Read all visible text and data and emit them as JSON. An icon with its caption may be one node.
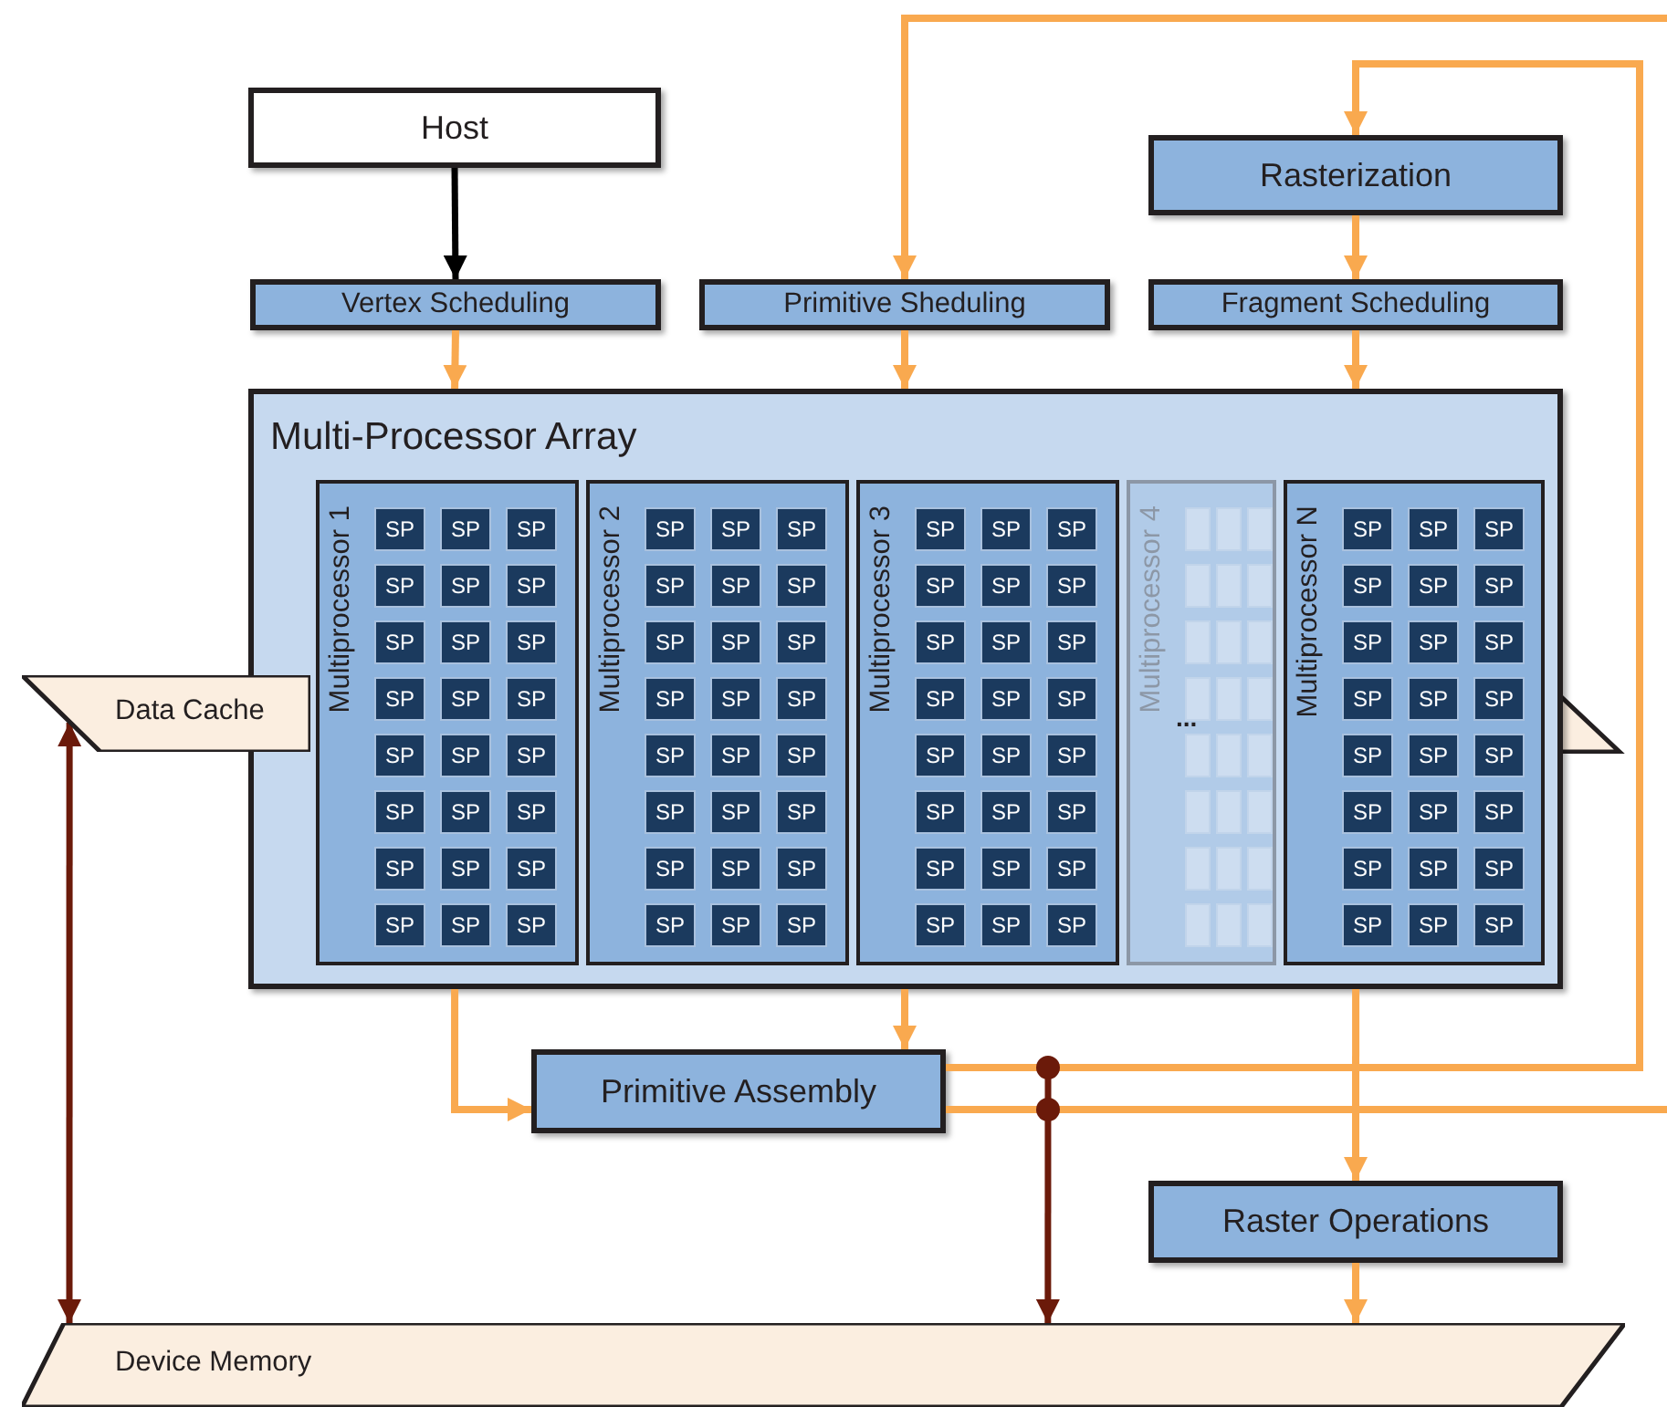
{
  "diagram": {
    "nodes": [
      {
        "text": [
          "Host"
        ]
      },
      {
        "text": [
          "Vertex Scheduling"
        ]
      },
      {
        "text": [
          "Primitive Sheduling"
        ]
      },
      {
        "text": [
          "Rasterization"
        ]
      },
      {
        "text": [
          "Fragment Scheduling"
        ]
      },
      {
        "text": [
          "Multi-Processor Array"
        ]
      },
      {
        "text": [
          "Multiprocessor 1"
        ],
        "in": 5
      },
      {
        "text": [
          "SP"
        ],
        "in": 6
      },
      {
        "text": [
          "SP"
        ],
        "in": 6
      },
      {
        "text": [
          "SP"
        ],
        "in": 6
      },
      {
        "text": [
          "SP"
        ],
        "in": 6
      },
      {
        "text": [
          "SP"
        ],
        "in": 6
      },
      {
        "text": [
          "SP"
        ],
        "in": 6
      },
      {
        "text": [
          "SP"
        ],
        "in": 6
      },
      {
        "text": [
          "SP"
        ],
        "in": 6
      },
      {
        "text": [
          "SP"
        ],
        "in": 6
      },
      {
        "text": [
          "SP"
        ],
        "in": 6
      },
      {
        "text": [
          "SP"
        ],
        "in": 6
      },
      {
        "text": [
          "SP"
        ],
        "in": 6
      },
      {
        "text": [
          "SP"
        ],
        "in": 6
      },
      {
        "text": [
          "SP"
        ],
        "in": 6
      },
      {
        "text": [
          "SP"
        ],
        "in": 6
      },
      {
        "text": [
          "SP"
        ],
        "in": 6
      },
      {
        "text": [
          "SP"
        ],
        "in": 6
      },
      {
        "text": [
          "SP"
        ],
        "in": 6
      },
      {
        "text": [
          "SP"
        ],
        "in": 6
      },
      {
        "text": [
          "SP"
        ],
        "in": 6
      },
      {
        "text": [
          "SP"
        ],
        "in": 6
      },
      {
        "text": [
          "SP"
        ],
        "in": 6
      },
      {
        "text": [
          "SP"
        ],
        "in": 6
      },
      {
        "text": [
          "SP"
        ],
        "in": 6
      },
      {
        "text": [
          "Multiprocessor 2"
        ],
        "in": 5
      },
      {
        "text": [
          "SP"
        ],
        "in": 31
      },
      {
        "text": [
          "SP"
        ],
        "in": 31
      },
      {
        "text": [
          "SP"
        ],
        "in": 31
      },
      {
        "text": [
          "SP"
        ],
        "in": 31
      },
      {
        "text": [
          "SP"
        ],
        "in": 31
      },
      {
        "text": [
          "SP"
        ],
        "in": 31
      },
      {
        "text": [
          "SP"
        ],
        "in": 31
      },
      {
        "text": [
          "SP"
        ],
        "in": 31
      },
      {
        "text": [
          "SP"
        ],
        "in": 31
      },
      {
        "text": [
          "SP"
        ],
        "in": 31
      },
      {
        "text": [
          "SP"
        ],
        "in": 31
      },
      {
        "text": [
          "SP"
        ],
        "in": 31
      },
      {
        "text": [
          "SP"
        ],
        "in": 31
      },
      {
        "text": [
          "SP"
        ],
        "in": 31
      },
      {
        "text": [
          "SP"
        ],
        "in": 31
      },
      {
        "text": [
          "SP"
        ],
        "in": 31
      },
      {
        "text": [
          "SP"
        ],
        "in": 31
      },
      {
        "text": [
          "SP"
        ],
        "in": 31
      },
      {
        "text": [
          "SP"
        ],
        "in": 31
      },
      {
        "text": [
          "SP"
        ],
        "in": 31
      },
      {
        "text": [
          "SP"
        ],
        "in": 31
      },
      {
        "text": [
          "SP"
        ],
        "in": 31
      },
      {
        "text": [
          "SP"
        ],
        "in": 31
      },
      {
        "text": [
          "SP"
        ],
        "in": 31
      },
      {
        "text": [
          "Multiprocessor 3"
        ],
        "in": 5
      },
      {
        "text": [
          "SP"
        ],
        "in": 56
      },
      {
        "text": [
          "SP"
        ],
        "in": 56
      },
      {
        "text": [
          "SP"
        ],
        "in": 56
      },
      {
        "text": [
          "SP"
        ],
        "in": 56
      },
      {
        "text": [
          "SP"
        ],
        "in": 56
      },
      {
        "text": [
          "SP"
        ],
        "in": 56
      },
      {
        "text": [
          "SP"
        ],
        "in": 56
      },
      {
        "text": [
          "SP"
        ],
        "in": 56
      },
      {
        "text": [
          "SP"
        ],
        "in": 56
      },
      {
        "text": [
          "SP"
        ],
        "in": 56
      },
      {
        "text": [
          "SP"
        ],
        "in": 56
      },
      {
        "text": [
          "SP"
        ],
        "in": 56
      },
      {
        "text": [
          "SP"
        ],
        "in": 56
      },
      {
        "text": [
          "SP"
        ],
        "in": 56
      },
      {
        "text": [
          "SP"
        ],
        "in": 56
      },
      {
        "text": [
          "SP"
        ],
        "in": 56
      },
      {
        "text": [
          "SP"
        ],
        "in": 56
      },
      {
        "text": [
          "SP"
        ],
        "in": 56
      },
      {
        "text": [
          "SP"
        ],
        "in": 56
      },
      {
        "text": [
          "SP"
        ],
        "in": 56
      },
      {
        "text": [
          "SP"
        ],
        "in": 56
      },
      {
        "text": [
          "SP"
        ],
        "in": 56
      },
      {
        "text": [
          "SP"
        ],
        "in": 56
      },
      {
        "text": [
          "SP"
        ],
        "in": 56
      },
      {
        "text": [
          "Multiprocessor 4"
        ],
        "in": 5
      },
      {
        "text": [],
        "shape": "box",
        "in": 81
      },
      {
        "text": [],
        "shape": "box",
        "in": 81
      },
      {
        "text": [],
        "shape": "box",
        "in": 81
      },
      {
        "text": [],
        "shape": "box",
        "in": 81
      },
      {
        "text": [],
        "shape": "box",
        "in": 81
      },
      {
        "text": [],
        "shape": "box",
        "in": 81
      },
      {
        "text": [],
        "shape": "box",
        "in": 81
      },
      {
        "text": [],
        "shape": "box",
        "in": 81
      },
      {
        "text": [],
        "shape": "box",
        "in": 81
      },
      {
        "text": [],
        "shape": "box",
        "in": 81
      },
      {
        "text": [],
        "shape": "box",
        "in": 81
      },
      {
        "text": [],
        "shape": "box",
        "in": 81
      },
      {
        "text": [],
        "shape": "box",
        "in": 81
      },
      {
        "text": [],
        "shape": "box",
        "in": 81
      },
      {
        "text": [],
        "shape": "box",
        "in": 81
      },
      {
        "text": [],
        "shape": "box",
        "in": 81
      },
      {
        "text": [],
        "shape": "box",
        "in": 81
      },
      {
        "text": [],
        "shape": "box",
        "in": 81
      },
      {
        "text": [],
        "shape": "box",
        "in": 81
      },
      {
        "text": [],
        "shape": "box",
        "in": 81
      },
      {
        "text": [],
        "shape": "box",
        "in": 81
      },
      {
        "text": [],
        "shape": "box",
        "in": 81
      },
      {
        "text": [],
        "shape": "box",
        "in": 81
      },
      {
        "text": [],
        "shape": "box",
        "in": 81
      },
      {
        "text": [
          "Multiprocessor N"
        ],
        "in": 5
      },
      {
        "text": [
          "SP"
        ],
        "in": 106
      },
      {
        "text": [
          "SP"
        ],
        "in": 106
      },
      {
        "text": [
          "SP"
        ],
        "in": 106
      },
      {
        "text": [
          "SP"
        ],
        "in": 106
      },
      {
        "text": [
          "SP"
        ],
        "in": 106
      },
      {
        "text": [
          "SP"
        ],
        "in": 106
      },
      {
        "text": [
          "SP"
        ],
        "in": 106
      },
      {
        "text": [
          "SP"
        ],
        "in": 106
      },
      {
        "text": [
          "SP"
        ],
        "in": 106
      },
      {
        "text": [
          "SP"
        ],
        "in": 106
      },
      {
        "text": [
          "SP"
        ],
        "in": 106
      },
      {
        "text": [
          "SP"
        ],
        "in": 106
      },
      {
        "text": [
          "SP"
        ],
        "in": 106
      },
      {
        "text": [
          "SP"
        ],
        "in": 106
      },
      {
        "text": [
          "SP"
        ],
        "in": 106
      },
      {
        "text": [
          "SP"
        ],
        "in": 106
      },
      {
        "text": [
          "SP"
        ],
        "in": 106
      },
      {
        "text": [
          "SP"
        ],
        "in": 106
      },
      {
        "text": [
          "SP"
        ],
        "in": 106
      },
      {
        "text": [
          "SP"
        ],
        "in": 106
      },
      {
        "text": [
          "SP"
        ],
        "in": 106
      },
      {
        "text": [
          "SP"
        ],
        "in": 106
      },
      {
        "text": [
          "SP"
        ],
        "in": 106
      },
      {
        "text": [
          "SP"
        ],
        "in": 106
      },
      {
        "text": [
          "Data Cache"
        ]
      },
      {
        "text": [
          "Primitive Assembly"
        ]
      },
      {
        "text": [
          "Raster Operations"
        ]
      },
      {
        "text": [
          "Device Memory"
        ]
      }
    ],
    "edges": [
      {
        "from": 0,
        "to": 1,
        "arrow": "to",
        "color": "#000000"
      },
      {
        "from": 1,
        "to": 5,
        "arrow": "to"
      },
      {
        "from": 2,
        "to": 5,
        "arrow": "to"
      },
      {
        "from": 3,
        "to": 4,
        "arrow": "to"
      },
      {
        "from": 4,
        "to": 5,
        "arrow": "to"
      },
      {
        "from": 5,
        "to": 132,
        "arrow": "to"
      },
      {
        "from": 5,
        "to": 132,
        "arrow": "to"
      },
      {
        "from": 5,
        "to": 133,
        "arrow": "to"
      },
      {
        "from": 132,
        "to": 3,
        "arrow": "to"
      },
      {
        "from": 132,
        "to": null,
        "arrow": "none"
      },
      {
        "from": null,
        "to": 2,
        "arrow": "to"
      },
      {
        "from": 133,
        "to": 134,
        "arrow": "to"
      },
      {
        "from": null,
        "to": 134,
        "arrow": "to",
        "color": "#6b1a0a"
      },
      {
        "from": 134,
        "to": 131,
        "arrow": "both",
        "color": "#6b1a0a"
      }
    ],
    "labels": [
      "..."
    ]
  }
}
